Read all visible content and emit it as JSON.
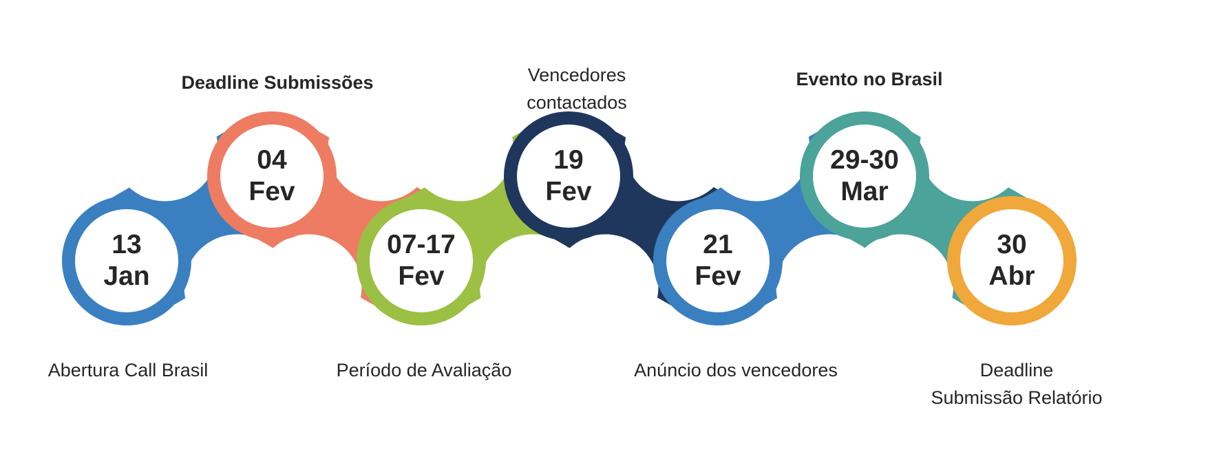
{
  "milestones": [
    {
      "day": "13",
      "month": "Jan",
      "color": "#3a80c0"
    },
    {
      "day": "04",
      "month": "Fev",
      "color": "#ed7c62"
    },
    {
      "day": "07-17",
      "month": "Fev",
      "color": "#9cc043"
    },
    {
      "day": "19",
      "month": "Fev",
      "color": "#1f375c"
    },
    {
      "day": "21",
      "month": "Fev",
      "color": "#3a80c0"
    },
    {
      "day": "29-30",
      "month": "Mar",
      "color": "#4ba39a"
    },
    {
      "day": "30",
      "month": "Abr",
      "color": "#f0a83b"
    }
  ],
  "top_labels": {
    "deadline_submissoes": "Deadline Submissões",
    "vencedores_line1": "Vencedores",
    "vencedores_line2": "contactados",
    "evento": "Evento no Brasil"
  },
  "bottom_labels": {
    "abertura": "Abertura Call Brasil",
    "avaliacao": "Período de Avaliação",
    "anuncio": "Anúncio dos vencedores",
    "relatorio_line1": "Deadline",
    "relatorio_line2": "Submissão Relatório"
  }
}
